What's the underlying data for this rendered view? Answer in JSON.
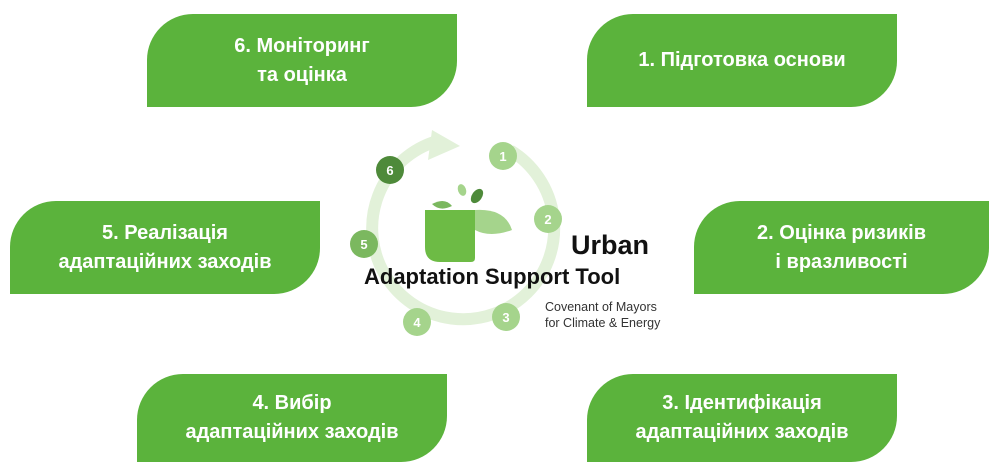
{
  "steps": [
    {
      "id": "1",
      "line1": "1. Підготовка основи",
      "line2": ""
    },
    {
      "id": "2",
      "line1": "2. Оцінка ризиків",
      "line2": "і вразливості"
    },
    {
      "id": "3",
      "line1": "3. Ідентифікація",
      "line2": "адаптаційних заходів"
    },
    {
      "id": "4",
      "line1": "4. Вибір",
      "line2": "адаптаційних заходів"
    },
    {
      "id": "5",
      "line1": "5. Реалізація",
      "line2": "адаптаційних заходів"
    },
    {
      "id": "6",
      "line1": "6. Моніторинг",
      "line2": "та оцінка"
    }
  ],
  "cycle": {
    "numbers": [
      "1",
      "2",
      "3",
      "4",
      "5",
      "6"
    ],
    "highlighted": "6"
  },
  "logo": {
    "title_line1": "Urban",
    "title_line2": "Adaptation Support Tool",
    "subtitle_line1": "Covenant of Mayors",
    "subtitle_line2": "for Climate & Energy"
  },
  "colors": {
    "box_green": "#5bb33c",
    "cycle_ring": "#e2f1d9",
    "circle_light": "#a5d48c",
    "circle_dark": "#4e8a3a",
    "leaf_green": "#6dbb45"
  }
}
